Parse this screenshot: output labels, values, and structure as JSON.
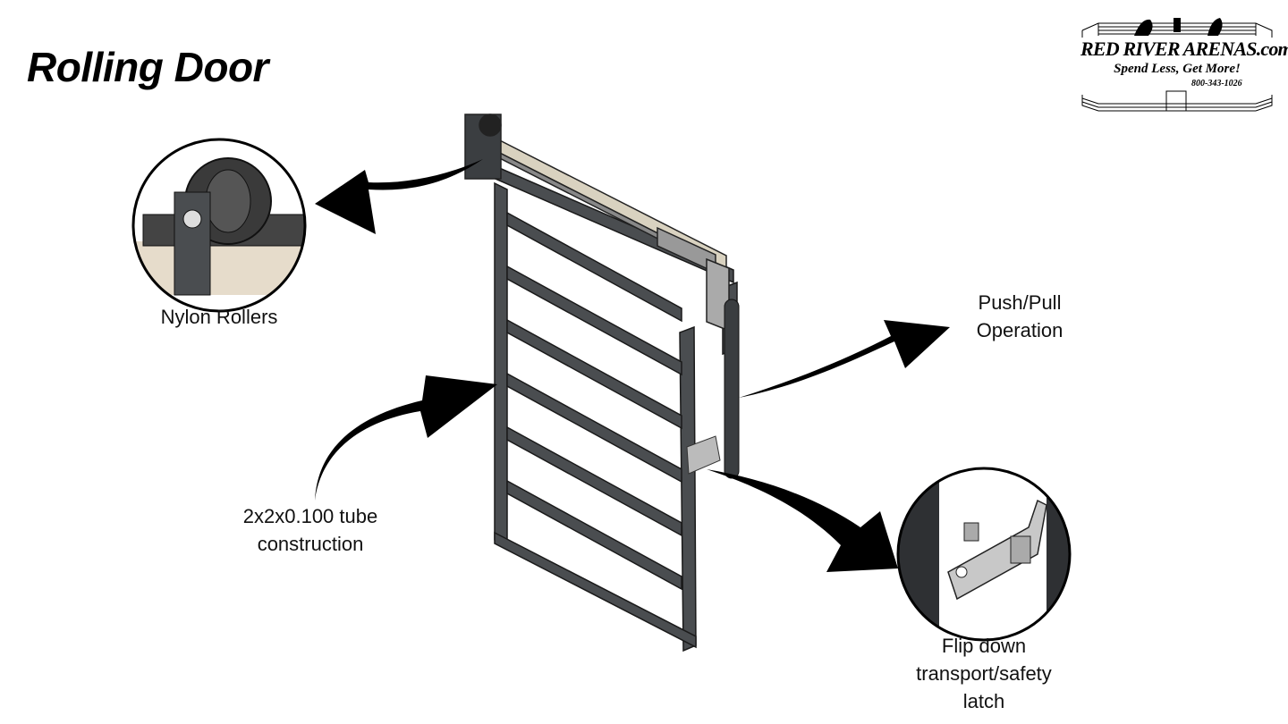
{
  "title": "Rolling Door",
  "labels": {
    "rollers": "Nylon Rollers",
    "push_pull_1": "Push/Pull",
    "push_pull_2": "Operation",
    "tube_1": "2x2x0.100 tube",
    "tube_2": "construction",
    "latch_1": "Flip down",
    "latch_2": "transport/safety",
    "latch_3": "latch"
  },
  "logo": {
    "name": "RED RIVER ARENAS.com",
    "slogan": "Spend Less, Get More!",
    "phone": "800-343-1026"
  }
}
